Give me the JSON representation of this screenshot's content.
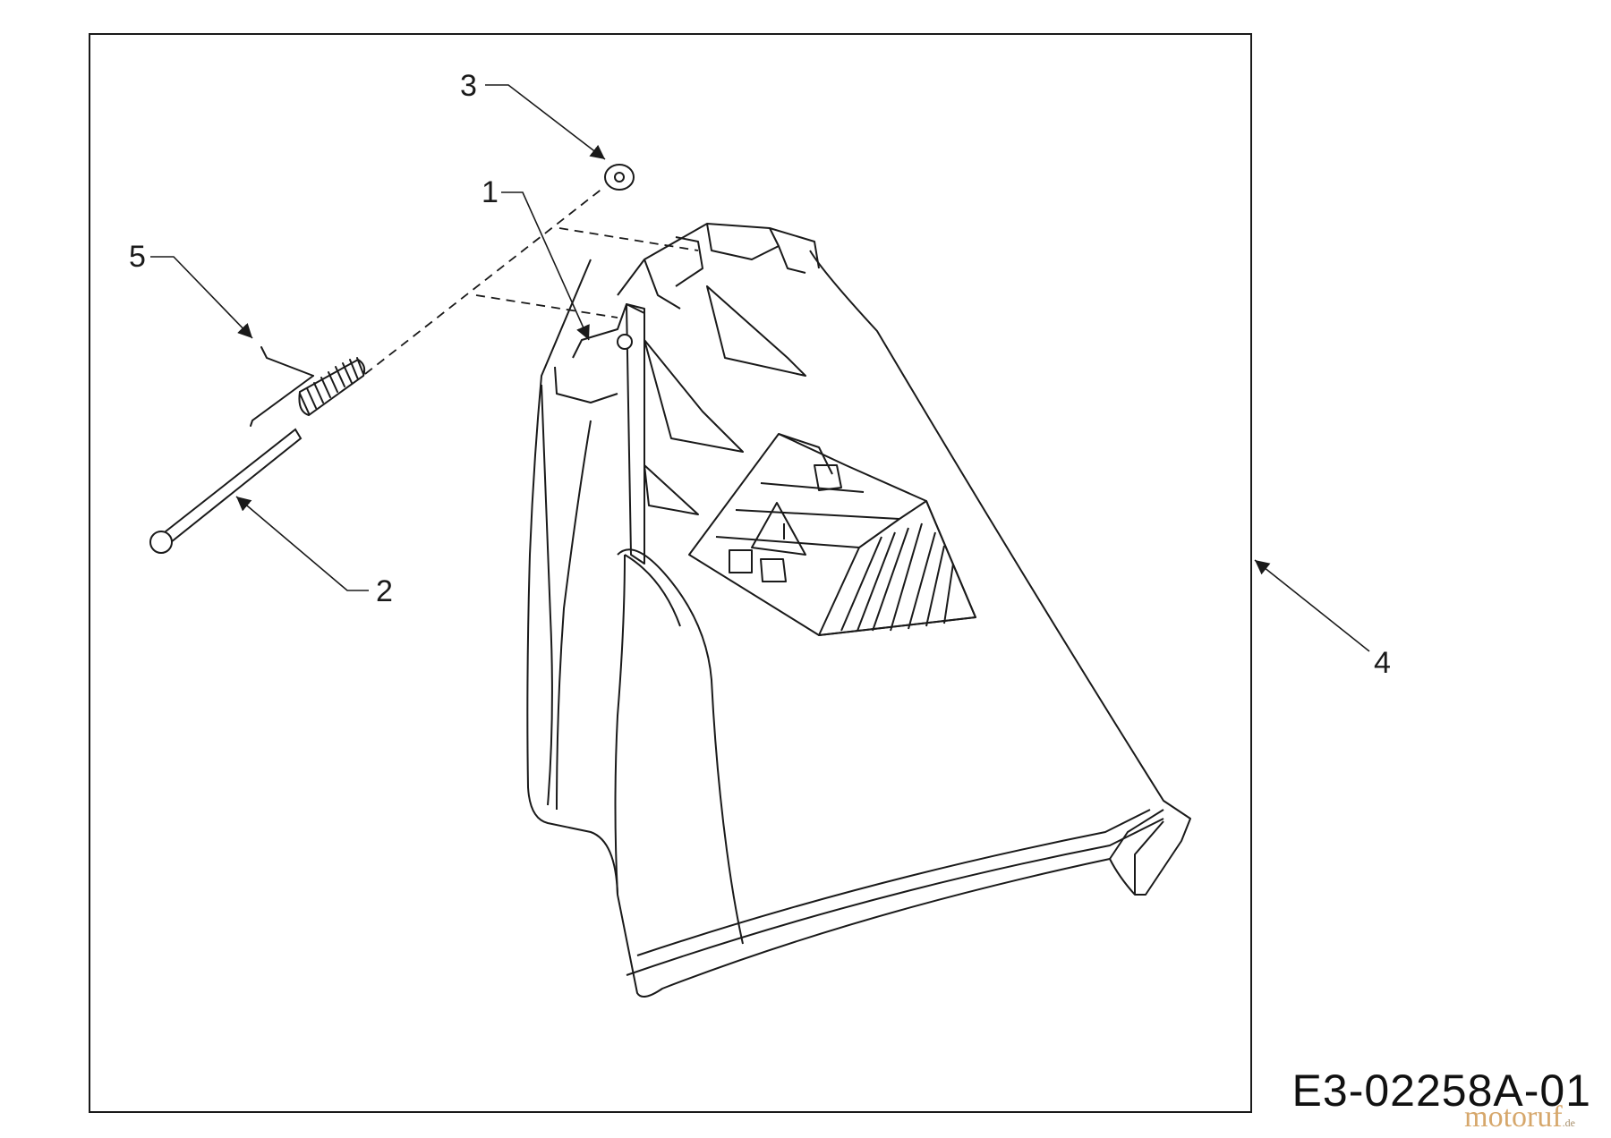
{
  "drawing": {
    "code": "E3-02258A-01",
    "watermark": "motoruf",
    "watermark_suffix": ".de"
  },
  "callouts": [
    {
      "id": "1",
      "label": "1",
      "part": "chute cover"
    },
    {
      "id": "2",
      "label": "2",
      "part": "pin"
    },
    {
      "id": "3",
      "label": "3",
      "part": "washer"
    },
    {
      "id": "4",
      "label": "4",
      "part": "discharge chute"
    },
    {
      "id": "5",
      "label": "5",
      "part": "spring"
    }
  ],
  "colors": {
    "line": "#1a1a1a",
    "background": "#ffffff",
    "watermark": "#c98a3a"
  }
}
